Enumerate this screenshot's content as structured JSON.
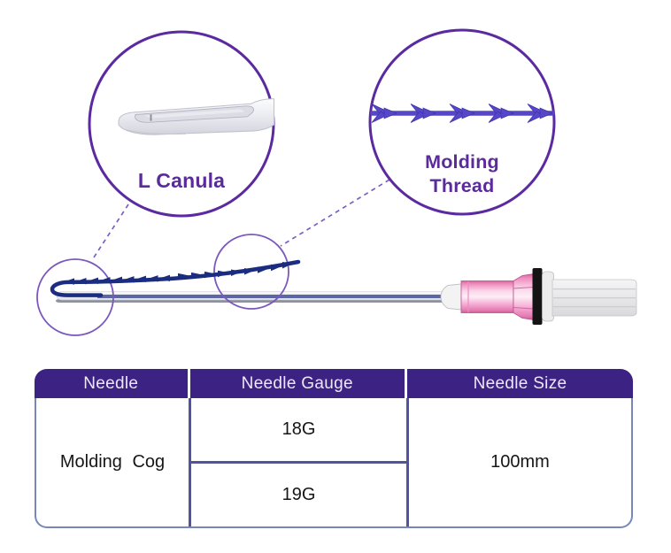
{
  "callouts": {
    "cannula": {
      "label": "L Canula"
    },
    "thread": {
      "line1": "Molding",
      "line2": "Thread"
    }
  },
  "table": {
    "headers": [
      "Needle",
      "Needle Gauge",
      "Needle Size"
    ],
    "needle_type": "Molding Cog",
    "gauges": [
      "18G",
      "19G"
    ],
    "size": "100mm"
  },
  "colors": {
    "accent_purple_text": "#5b2b9b",
    "zoom_circle_stroke": "#5b2aa0",
    "focus_circle_stroke": "#7b58bd",
    "thread_navy": "#1b2d80",
    "thread_violet": "#5646c8",
    "table_header_bg": "#3b2283",
    "table_inner_border": "#50549e",
    "table_outer_border": "#7787ba",
    "hub_pink": "#f4a2cc"
  }
}
